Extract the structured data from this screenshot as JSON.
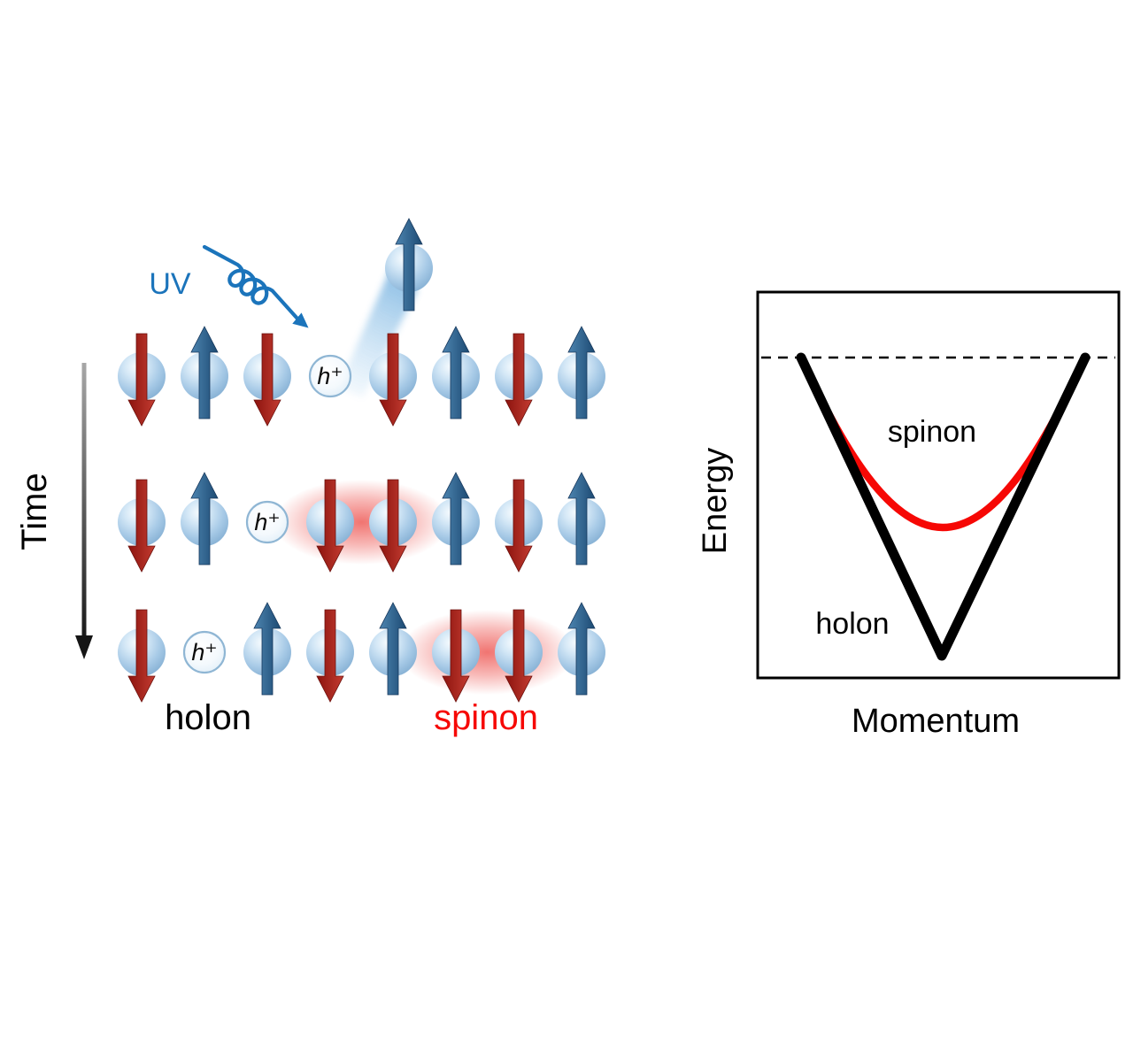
{
  "labels": {
    "uv": "UV",
    "time": "Time",
    "hole": "h⁺",
    "holon_lattice": "holon",
    "spinon_lattice": "spinon",
    "energy_axis": "Energy",
    "momentum_axis": "Momentum",
    "spinon_curve": "spinon",
    "holon_curve": "holon"
  },
  "colors": {
    "uv_blue": "#1b74bb",
    "spin_up_arrow": "#1f4e79",
    "spin_down_arrow": "#a01d15",
    "sphere_blue": "#9cc4e4",
    "spinon_red": "#f60805",
    "holon_black": "#000000",
    "glow_red": "#ee5c58"
  },
  "lattice": {
    "rows": [
      {
        "sites": [
          "down",
          "up",
          "down",
          "hole",
          "down",
          "up",
          "down",
          "up"
        ],
        "glow_sites": []
      },
      {
        "sites": [
          "down",
          "up",
          "hole",
          "down",
          "down",
          "up",
          "down",
          "up"
        ],
        "glow_sites": [
          3,
          4
        ]
      },
      {
        "sites": [
          "down",
          "hole",
          "up",
          "down",
          "up",
          "down",
          "down",
          "up"
        ],
        "glow_sites": [
          5,
          6
        ]
      }
    ]
  },
  "chart_data": {
    "type": "line",
    "title": "",
    "xlabel": "Momentum",
    "ylabel": "Energy",
    "x_normalized": [
      -1,
      -0.75,
      -0.5,
      -0.25,
      0,
      0.25,
      0.5,
      0.75,
      1
    ],
    "series": [
      {
        "name": "spinon",
        "color": "#f60805",
        "y": [
          0,
          -0.18,
          -0.34,
          -0.44,
          -0.47,
          -0.44,
          -0.34,
          -0.18,
          0
        ]
      },
      {
        "name": "holon",
        "color": "#000000",
        "y": [
          0,
          -0.21,
          -0.42,
          -0.63,
          -0.83,
          -0.63,
          -0.42,
          -0.21,
          0
        ]
      }
    ],
    "reference_line": {
      "style": "dashed",
      "y": 0
    },
    "legend_position": "in-plot labels",
    "grid": false
  }
}
